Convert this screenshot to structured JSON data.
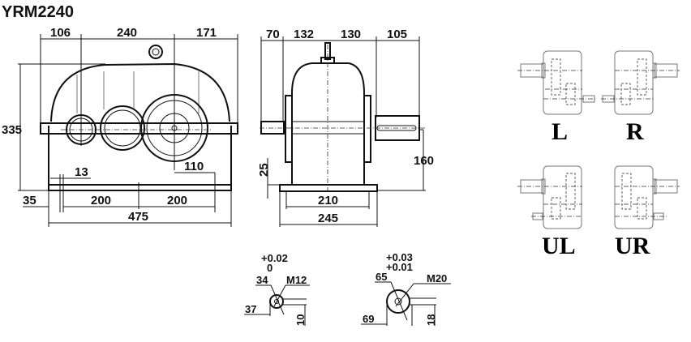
{
  "title": "YRM2240",
  "front_view": {
    "dims_top": [
      "106",
      "240",
      "171"
    ],
    "height": "335",
    "bolt_hole": "13",
    "offset_right": "110",
    "bottom_left": "35",
    "bottom_spacing": [
      "200",
      "200"
    ],
    "total_length": "475"
  },
  "side_view": {
    "dims_top": [
      "70",
      "132",
      "130",
      "105"
    ],
    "base_thickness": "25",
    "shaft_height": "160",
    "foot_spacing": "210",
    "base_width": "245"
  },
  "input_shaft": {
    "tol_upper": "+0.02",
    "tol_lower": "0",
    "diameter": "34",
    "thread": "M12",
    "key_height": "37",
    "key_width": "10"
  },
  "output_shaft": {
    "tol_upper": "+0.03",
    "tol_lower": "+0.01",
    "diameter": "65",
    "thread": "M20",
    "key_height": "69",
    "key_width": "18"
  },
  "assembly_types": [
    "L",
    "R",
    "UL",
    "UR"
  ]
}
